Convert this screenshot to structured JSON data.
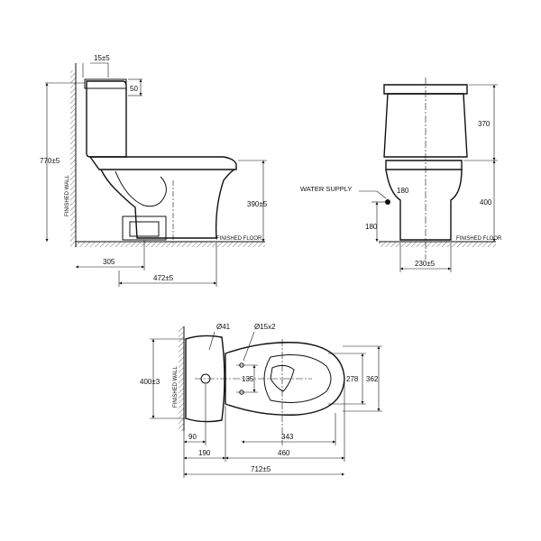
{
  "side_view": {
    "labels": {
      "wall": "FINISHED WALL",
      "floor": "FINISHED FLOOR"
    },
    "dims": {
      "d15": "15±5",
      "d50": "50",
      "d770": "770±5",
      "d390": "390±5",
      "d305": "305",
      "d472": "472±5"
    }
  },
  "front_view": {
    "labels": {
      "water_supply": "WATER SUPPLY",
      "floor": "FINISHED FLOOR"
    },
    "dims": {
      "d370": "370",
      "d400": "400",
      "d180a": "180",
      "d180b": "180",
      "d230": "230±5"
    }
  },
  "top_view": {
    "labels": {
      "wall": "FINISHED WALL"
    },
    "dims": {
      "d41": "Ø41",
      "d15x2": "Ø15x2",
      "d400": "400±3",
      "d135": "135",
      "d278": "278",
      "d362": "362",
      "d90": "90",
      "d343": "343",
      "d190": "190",
      "d460": "460",
      "d712": "712±5"
    }
  }
}
